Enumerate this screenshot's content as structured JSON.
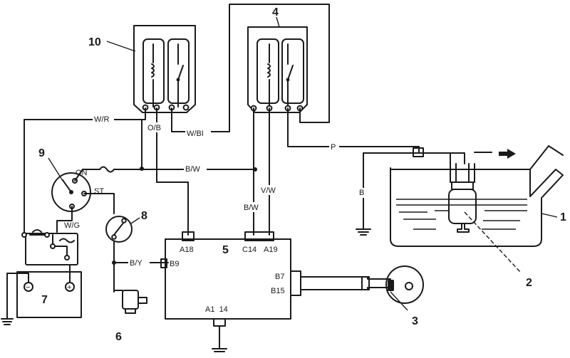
{
  "callouts": {
    "c1": "1",
    "c2": "2",
    "c3": "3",
    "c4": "4",
    "c5": "5",
    "c6": "6",
    "c7": "7",
    "c8": "8",
    "c9": "9",
    "c10": "10"
  },
  "wires": {
    "wr": "W/R",
    "ob": "O/B",
    "wbl": "W/BI",
    "p": "P",
    "bw1": "B/W",
    "vw": "V/W",
    "bw2": "B/W",
    "b": "B",
    "wg": "W/G",
    "by": "B/Y"
  },
  "switch_labels": {
    "on": "ON",
    "st": "ST"
  },
  "ecu_pins": {
    "a18": "A18",
    "c14": "C14",
    "a19": "A19",
    "b9": "B9",
    "b7": "B7",
    "b15": "B15",
    "a1_14": "A1  14"
  },
  "battery": {
    "neg": "−",
    "pos": "+"
  }
}
